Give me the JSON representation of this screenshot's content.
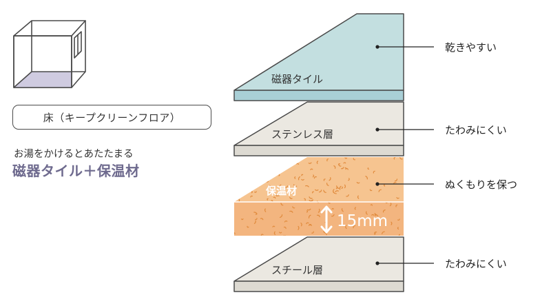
{
  "floor_label": "床（キープクリーンフロア）",
  "caption": "お湯をかけるとあたたまる",
  "headline": "磁器タイル＋保温材",
  "layers": {
    "tile": "磁器タイル",
    "stainless": "ステンレス層",
    "insulation": "保温材",
    "steel": "スチール層"
  },
  "thickness": "15mm",
  "callouts": {
    "tile": "乾きやすい",
    "stainless": "たわみにくい",
    "insulation": "ぬくもりを保つ",
    "steel": "たわみにくい"
  },
  "colors": {
    "tile_top": "#c3dfe0",
    "tile_front": "#a9cfd6",
    "plate_top": "#ebe8e1",
    "plate_front": "#dddad2",
    "insulation": "#f6c490",
    "insulation_front": "#f3b57f",
    "insulation_flecks": "#e08a3c",
    "outline": "#4a4a4a",
    "cube_floor": "#cfcbe0",
    "headline": "#6e6a8e"
  }
}
